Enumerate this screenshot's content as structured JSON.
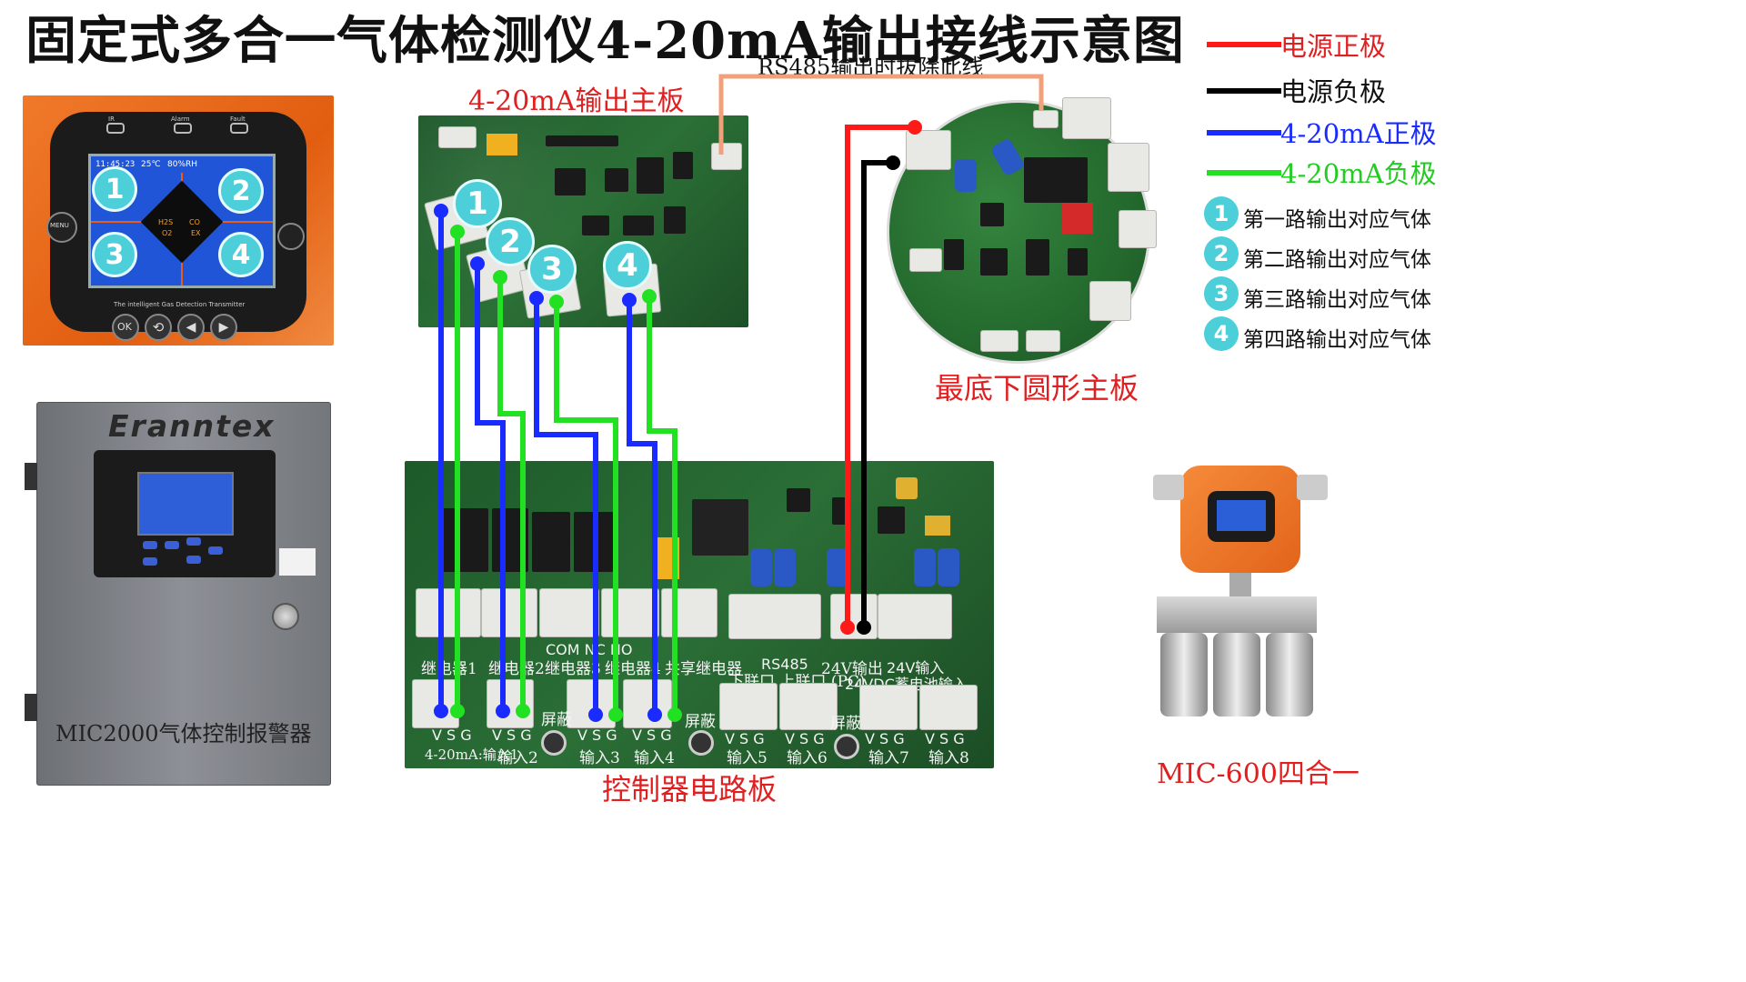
{
  "title": "固定式多合一气体检测仪4-20mA输出接线示意图",
  "rs485_note": "RS485输出时拔除此线",
  "output_board_label": "4-20mA输出主板",
  "round_board_label": "最底下圆形主板",
  "controller_board_label": "控制器电路板",
  "detector_label": "MIC-600四合一",
  "controller": {
    "brand": "Eranntex",
    "model": "MIC2000气体控制报警器"
  },
  "display": {
    "time": "11:45:23",
    "temp": "25℃",
    "humidity": "80%RH",
    "gases": [
      "H2S",
      "CO",
      "O2",
      "EX"
    ],
    "footer": "The intelligent Gas Detection Transmitter",
    "indicators": [
      "IR",
      "Alarm",
      "Fault"
    ],
    "menu": "MENU",
    "ok": "OK"
  },
  "legend": {
    "lines": [
      {
        "label": "电源正极",
        "color": "#ff1a1a",
        "text_color": "#e02020"
      },
      {
        "label": "电源负极",
        "color": "#000000",
        "text_color": "#111111"
      },
      {
        "label": "4-20mA正极",
        "color": "#1a2bff",
        "text_color": "#1a2bff"
      },
      {
        "label": "4-20mA负极",
        "color": "#22e022",
        "text_color": "#22cc22"
      }
    ],
    "channels": [
      {
        "num": "1",
        "label": "第一路输出对应气体"
      },
      {
        "num": "2",
        "label": "第二路输出对应气体"
      },
      {
        "num": "3",
        "label": "第三路输出对应气体"
      },
      {
        "num": "4",
        "label": "第四路输出对应气体"
      }
    ]
  },
  "board_badges": [
    "1",
    "2",
    "3",
    "4"
  ],
  "controller_pcb": {
    "relays": [
      "继电器1",
      "继电器2",
      "继电器3",
      "继电器4",
      "共享继电器"
    ],
    "relay_pins": "COM NC NO",
    "ports": "RS485",
    "ports_sub": "下联口 上联口 (PC)",
    "power_out": "24V输出",
    "power_in": "24V输入",
    "battery": "24VDC蓄电池输入",
    "shield": "屏蔽",
    "vsg": "V S G",
    "inputs": [
      "4-20mA:输入1",
      "输入2",
      "输入3",
      "输入4",
      "输入5",
      "输入6",
      "输入7",
      "输入8"
    ]
  }
}
